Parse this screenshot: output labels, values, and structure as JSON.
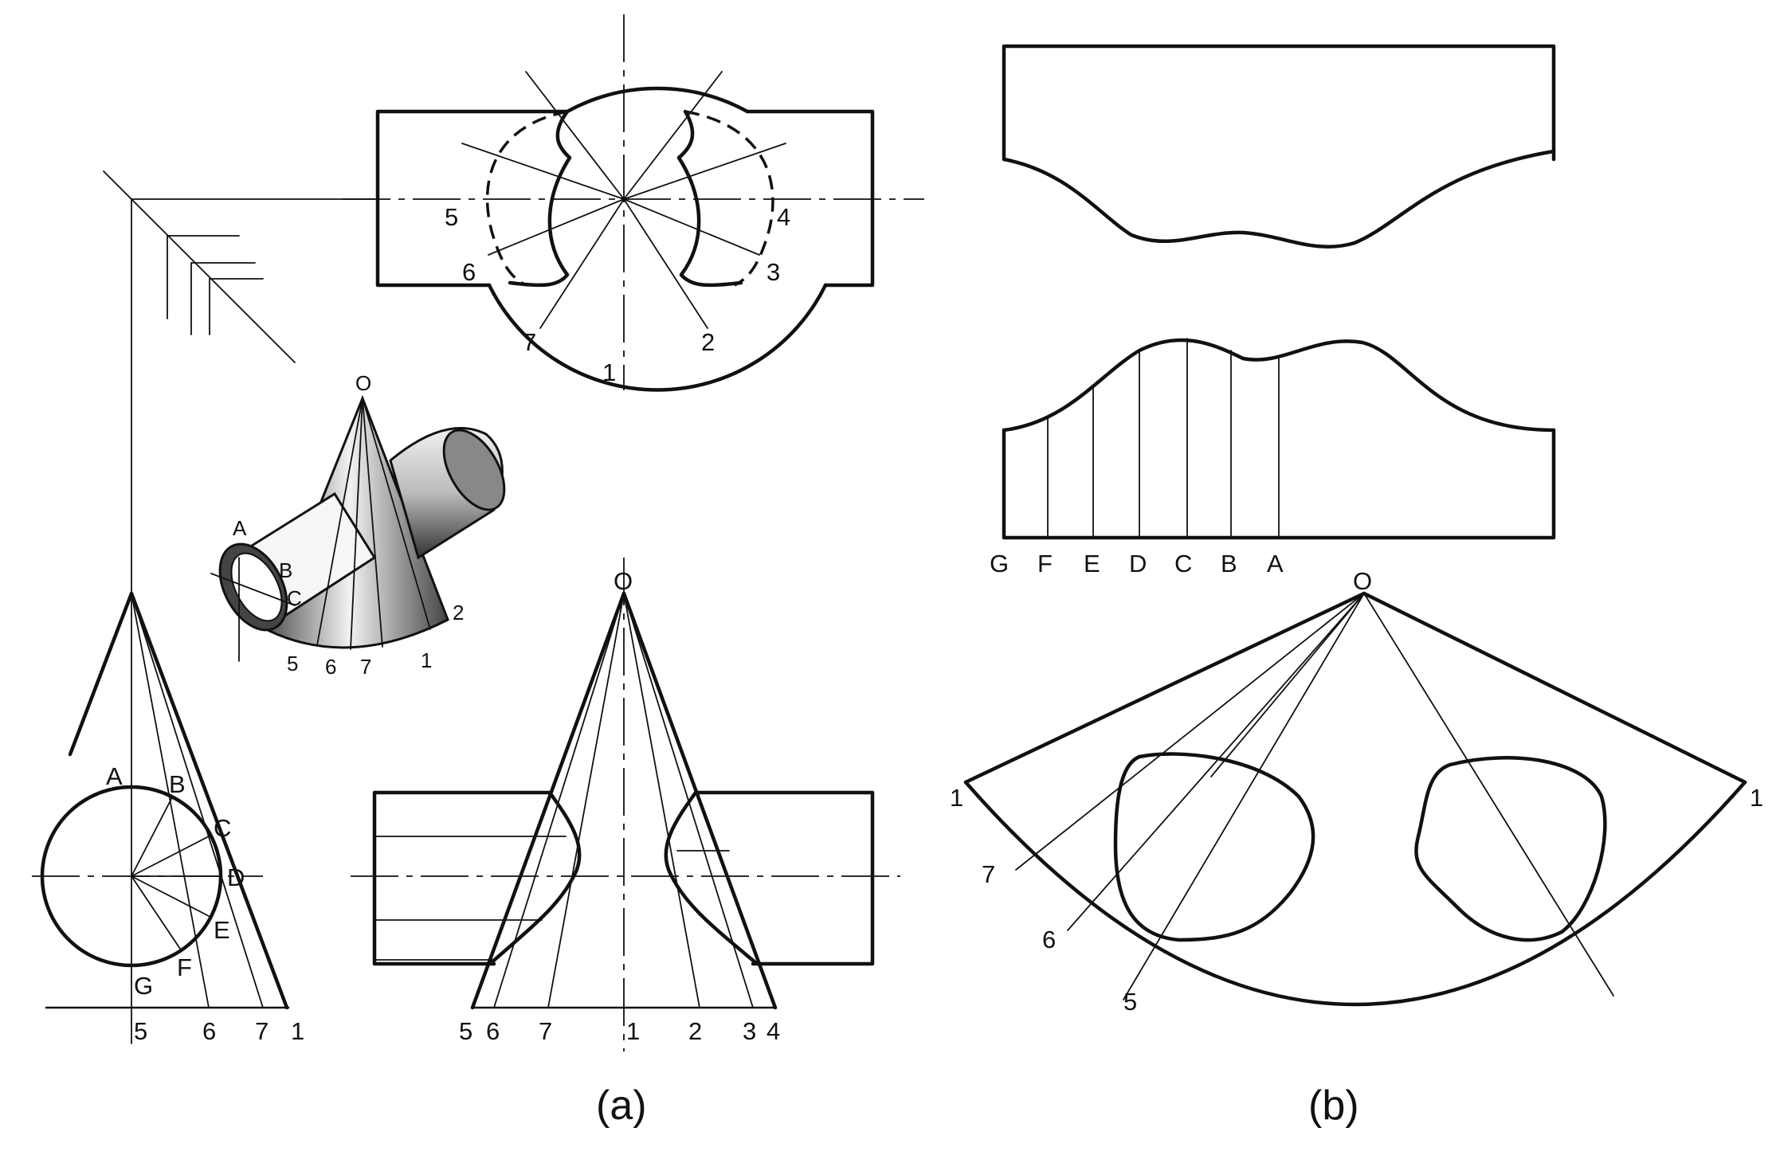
{
  "captions": {
    "a": "(a)",
    "b": "(b)"
  },
  "apex": "O",
  "top_view_labels": [
    "5",
    "4",
    "6",
    "3",
    "7",
    "2",
    "1"
  ],
  "front_view_labels": [
    "5",
    "6",
    "7",
    "1",
    "2",
    "3",
    "4"
  ],
  "side_view": {
    "points": [
      "A",
      "B",
      "C",
      "D",
      "E",
      "F",
      "G"
    ],
    "base_labels": [
      "5",
      "6",
      "7",
      "1"
    ]
  },
  "pictorial_labels": [
    "A",
    "B",
    "C",
    "5",
    "6",
    "7",
    "1",
    "2",
    "O"
  ],
  "cylinder_development_labels": [
    "G",
    "F",
    "E",
    "D",
    "C",
    "B",
    "A"
  ],
  "cone_development_labels": [
    "1",
    "7",
    "6",
    "5",
    "1"
  ]
}
